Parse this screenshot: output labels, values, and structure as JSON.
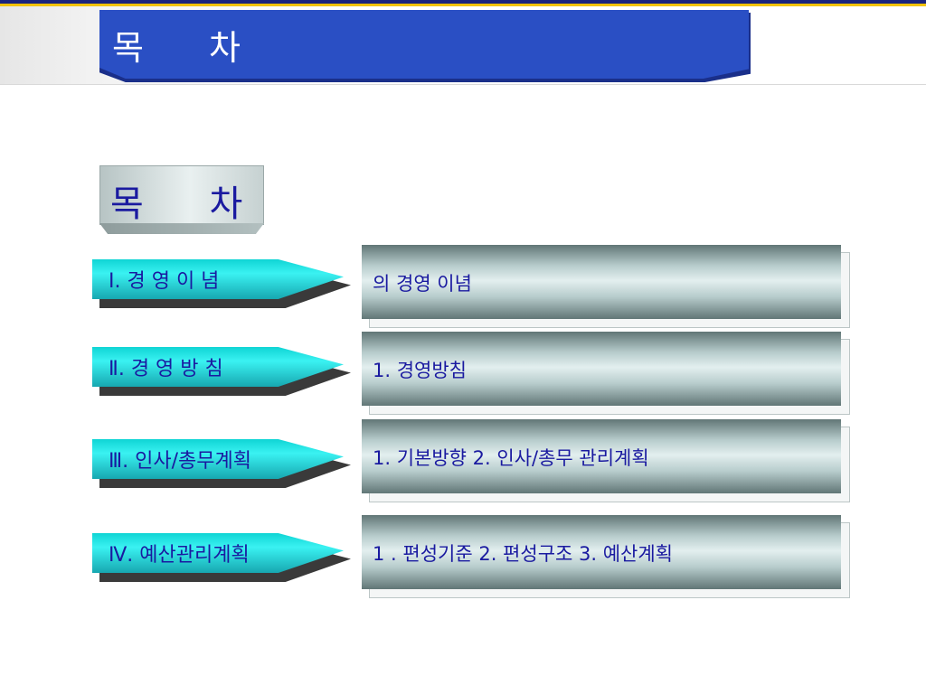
{
  "header": {
    "title": "목    차"
  },
  "toc_box": {
    "label": "목    차"
  },
  "sections": [
    {
      "label": "Ⅰ. 경 영 이 념",
      "content": "의 경영 이념"
    },
    {
      "label": "Ⅱ. 경  영  방  침",
      "content": "1. 경영방침"
    },
    {
      "label": "Ⅲ. 인사/총무계획",
      "content": "1. 기본방향  2. 인사/총무 관리계획"
    },
    {
      "label": "Ⅳ. 예산관리계획",
      "content": "1 . 편성기준  2. 편성구조 3. 예산계획"
    }
  ],
  "colors": {
    "header_blue": "#2a4fc4",
    "label_text": "#1a1aa0",
    "arrow_cyan": "#3af2f2",
    "gold_line": "#f2c200"
  }
}
